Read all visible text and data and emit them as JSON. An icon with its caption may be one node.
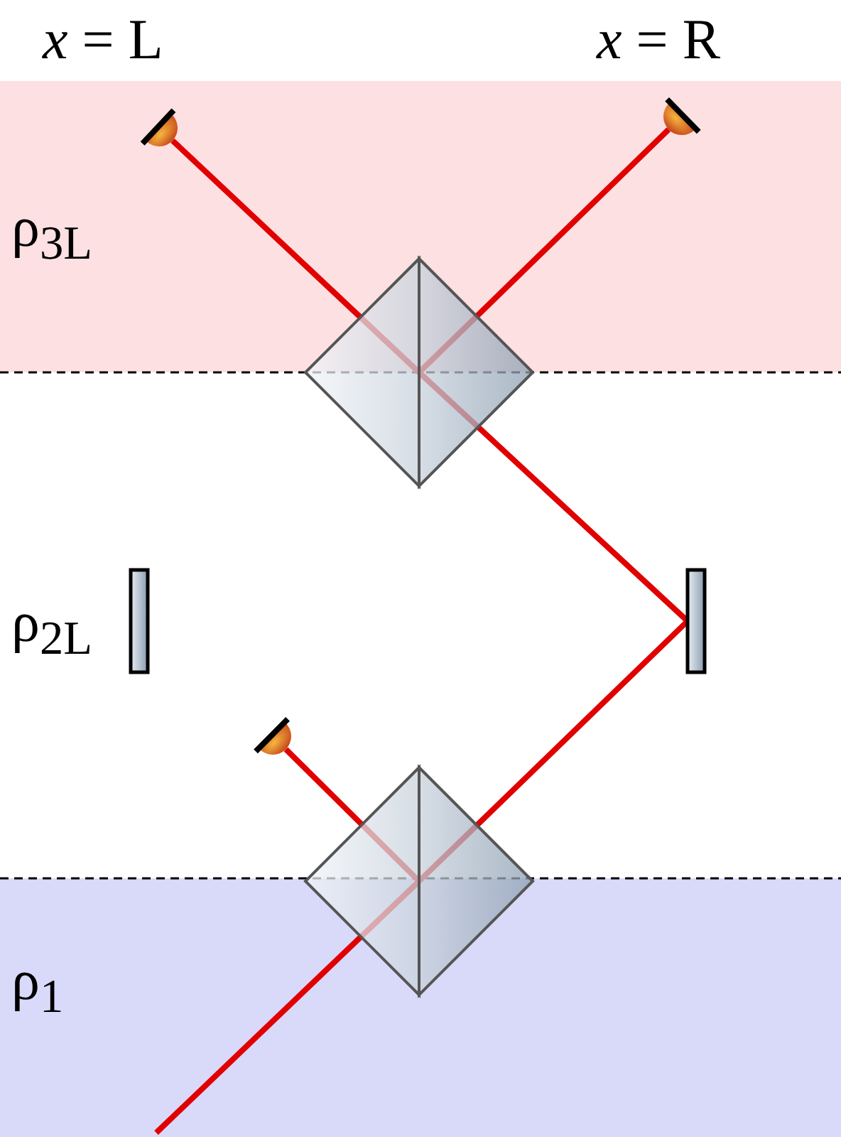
{
  "diagram": {
    "nodes": [
      {
        "text": [],
        "shape": "semicircle"
      },
      {
        "text": [],
        "shape": "semicircle"
      },
      {
        "text": [],
        "shape": "diamond"
      },
      {
        "text": [],
        "shape": "bar"
      },
      {
        "text": [],
        "shape": "bar"
      },
      {
        "text": [],
        "shape": "semicircle"
      },
      {
        "text": [],
        "shape": "diamond"
      }
    ],
    "edges": [
      {
        "from": null,
        "to": 6,
        "arrow": "none"
      },
      {
        "from": 6,
        "to": 5,
        "arrow": "none"
      },
      {
        "from": 6,
        "to": 4,
        "arrow": "none"
      },
      {
        "from": 4,
        "to": 2,
        "arrow": "none"
      },
      {
        "from": 2,
        "to": 0,
        "arrow": "none"
      },
      {
        "from": 2,
        "to": 1,
        "arrow": "none"
      }
    ],
    "labels": [
      "*x* = L",
      "*x* = R",
      "ρ$_{3L}$",
      "ρ$_{2L}$",
      "ρ$_{1}$"
    ]
  }
}
